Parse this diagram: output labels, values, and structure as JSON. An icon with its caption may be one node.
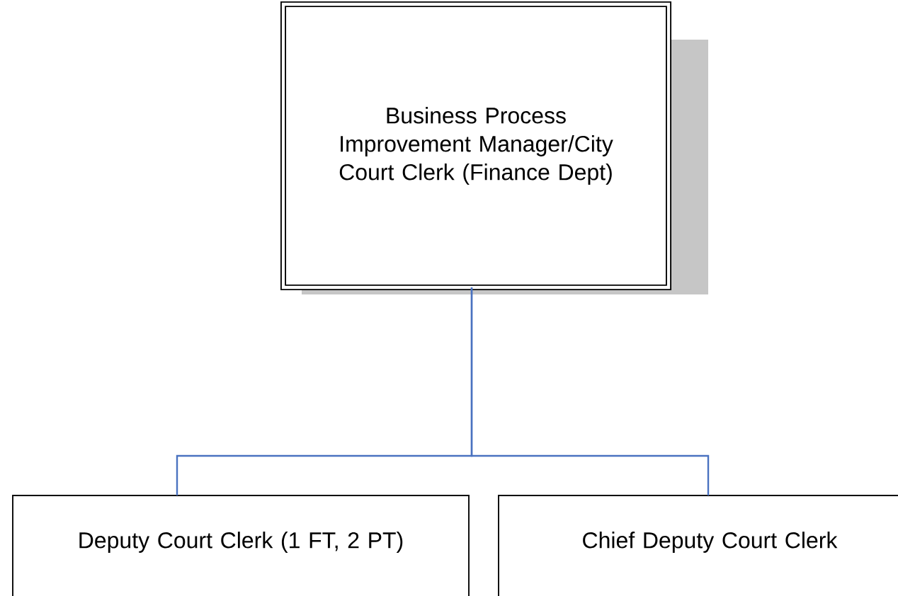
{
  "diagram": {
    "nodes": [
      {
        "text": [
          "Business Process Improvement Manager/City Court Clerk (Finance Dept)"
        ]
      },
      {
        "text": [
          "Deputy Court Clerk (1 FT, 2 PT)"
        ]
      },
      {
        "text": [
          "Chief Deputy Court Clerk"
        ]
      }
    ],
    "edges": [
      {
        "from": 0,
        "to": 1,
        "arrow": "none"
      },
      {
        "from": 0,
        "to": 2,
        "arrow": "none"
      }
    ]
  }
}
